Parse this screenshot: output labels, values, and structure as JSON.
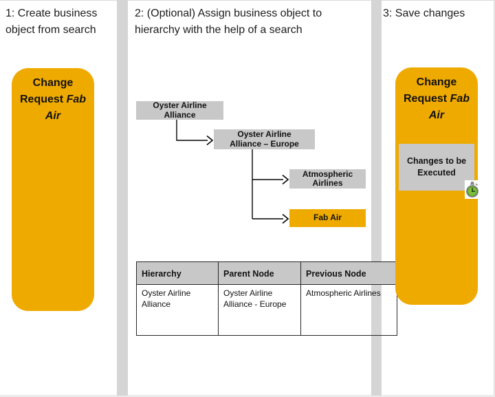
{
  "colors": {
    "accent_orange": "#EFAA00",
    "node_gray": "#C8C8C8",
    "divider_gray": "#D5D5D5",
    "timer_green": "#7FC241"
  },
  "col1": {
    "header": "1: Create business object from search",
    "card": {
      "title": "Change Request",
      "subject": "Fab Air"
    }
  },
  "col2": {
    "header": "2: (Optional) Assign business object to hierarchy with the help of a search",
    "tree": {
      "root": "Oyster Airline Alliance",
      "child": "Oyster Airline Alliance – Europe",
      "previous": "Atmospheric Airlines",
      "new_node": "Fab Air"
    },
    "table": {
      "headers": [
        "Hierarchy",
        "Parent Node",
        "Previous Node"
      ],
      "rows": [
        [
          "Oyster Airline Alliance",
          "Oyster Airline Alliance - Europe",
          "Atmospheric Airlines"
        ]
      ]
    }
  },
  "col3": {
    "header": "3: Save changes",
    "card": {
      "title": "Change Request",
      "subject": "Fab Air"
    },
    "status_label": "Changes to be Executed",
    "status_icon": "stopwatch-icon"
  }
}
